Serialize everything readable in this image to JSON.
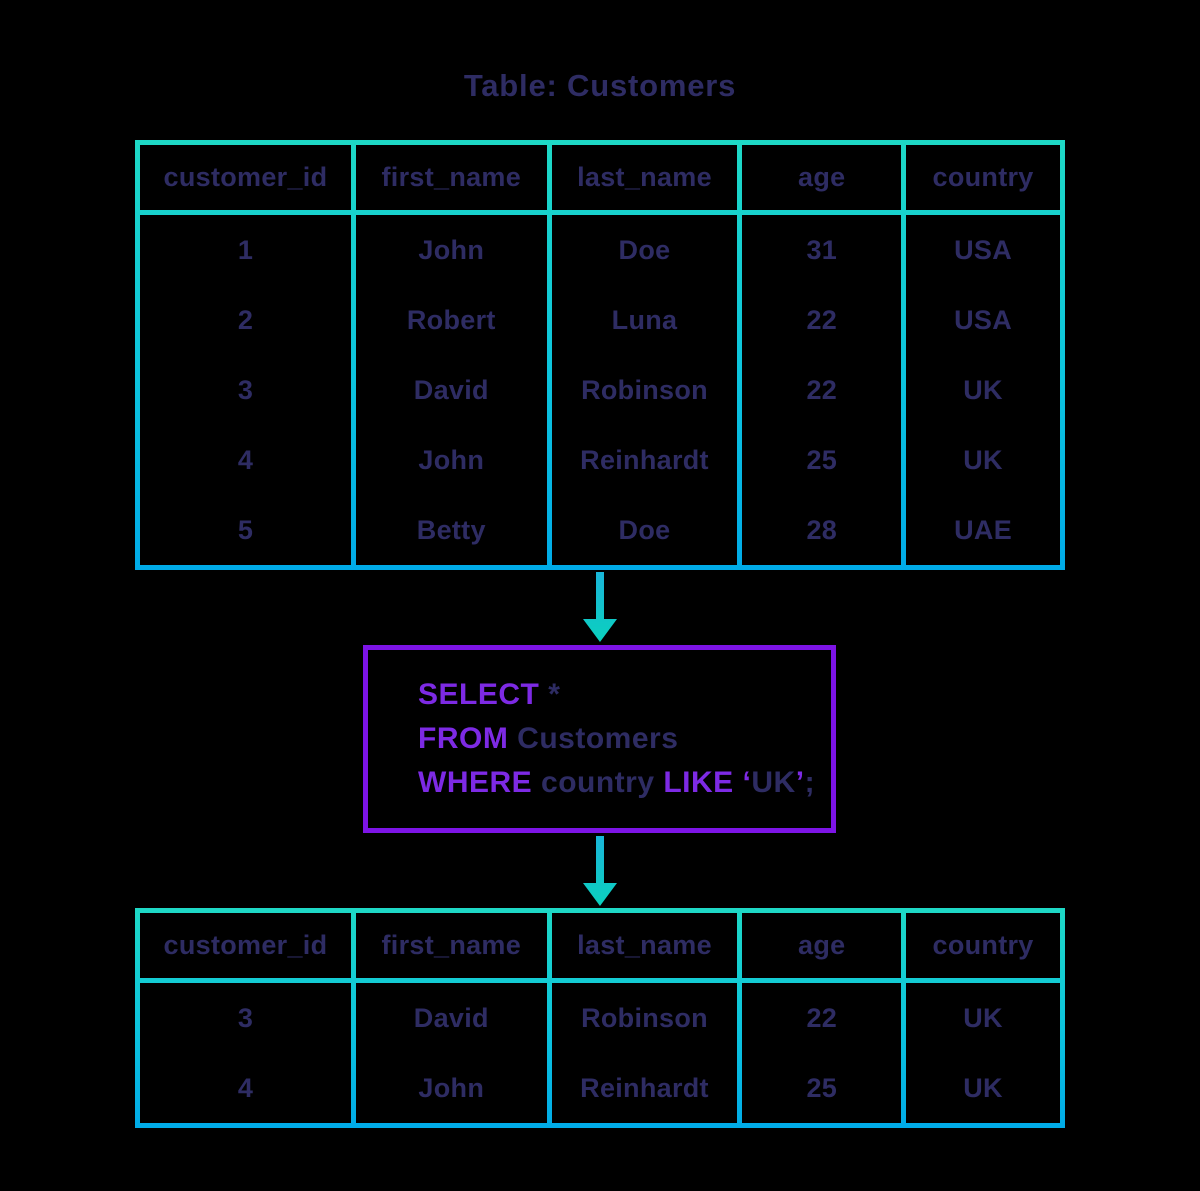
{
  "title": "Table: Customers",
  "source_table": {
    "columns": [
      "customer_id",
      "first_name",
      "last_name",
      "age",
      "country"
    ],
    "rows": [
      [
        "1",
        "John",
        "Doe",
        "31",
        "USA"
      ],
      [
        "2",
        "Robert",
        "Luna",
        "22",
        "USA"
      ],
      [
        "3",
        "David",
        "Robinson",
        "22",
        "UK"
      ],
      [
        "4",
        "John",
        "Reinhardt",
        "25",
        "UK"
      ],
      [
        "5",
        "Betty",
        "Doe",
        "28",
        "UAE"
      ]
    ]
  },
  "query": {
    "sql": "SELECT * FROM Customers WHERE country LIKE ‘UK’;",
    "lines": [
      [
        {
          "t": "SELECT",
          "k": true
        },
        {
          "t": " *",
          "k": false
        }
      ],
      [
        {
          "t": "FROM",
          "k": true
        },
        {
          "t": " Customers",
          "k": false
        }
      ],
      [
        {
          "t": "WHERE",
          "k": true
        },
        {
          "t": " country ",
          "k": false
        },
        {
          "t": "LIKE",
          "k": true
        },
        {
          "t": " ",
          "k": false
        },
        {
          "t": "‘",
          "k": true
        },
        {
          "t": "UK",
          "k": false
        },
        {
          "t": "’",
          "k": true
        },
        {
          "t": ";",
          "k": false
        }
      ]
    ]
  },
  "result_table": {
    "columns": [
      "customer_id",
      "first_name",
      "last_name",
      "age",
      "country"
    ],
    "rows": [
      [
        "3",
        "David",
        "Robinson",
        "22",
        "UK"
      ],
      [
        "4",
        "John",
        "Reinhardt",
        "25",
        "UK"
      ]
    ]
  },
  "colors": {
    "background": "#000000",
    "text_navy": "#2e2c63",
    "keyword_purple": "#7d2ae4",
    "query_box_border": "#7d14e6",
    "table_border_gradient_top": "#1ed9c6",
    "table_border_gradient_bottom": "#00abe8",
    "arrow_gradient_top": "#19b6da",
    "arrow_gradient_bottom": "#0bd0be"
  }
}
